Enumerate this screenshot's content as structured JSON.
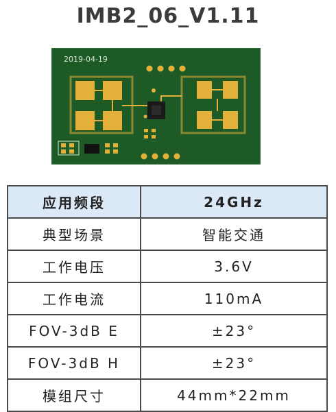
{
  "title": "IMB2_06_V1.11",
  "board": {
    "date_silkscreen": "2019-04-19",
    "icon": "radar-module-pcb-photo",
    "pcb_color": "#1d5a26",
    "pad_color": "#e3b13a"
  },
  "table": {
    "header": {
      "key": "应用频段",
      "value": "24GHz"
    },
    "rows": [
      {
        "key": "典型场景",
        "value": "智能交通"
      },
      {
        "key": "工作电压",
        "value": "3.6V"
      },
      {
        "key": "工作电流",
        "value": "110mA"
      },
      {
        "key": "FOV-3dB E",
        "value": "±23°"
      },
      {
        "key": "FOV-3dB H",
        "value": "±23°"
      },
      {
        "key": "模组尺寸",
        "value": "44mm*22mm"
      }
    ]
  },
  "colors": {
    "header_bg": "#dbe9f7",
    "border": "#4a4a4a",
    "text": "#222222",
    "title": "#3b3b3b"
  }
}
